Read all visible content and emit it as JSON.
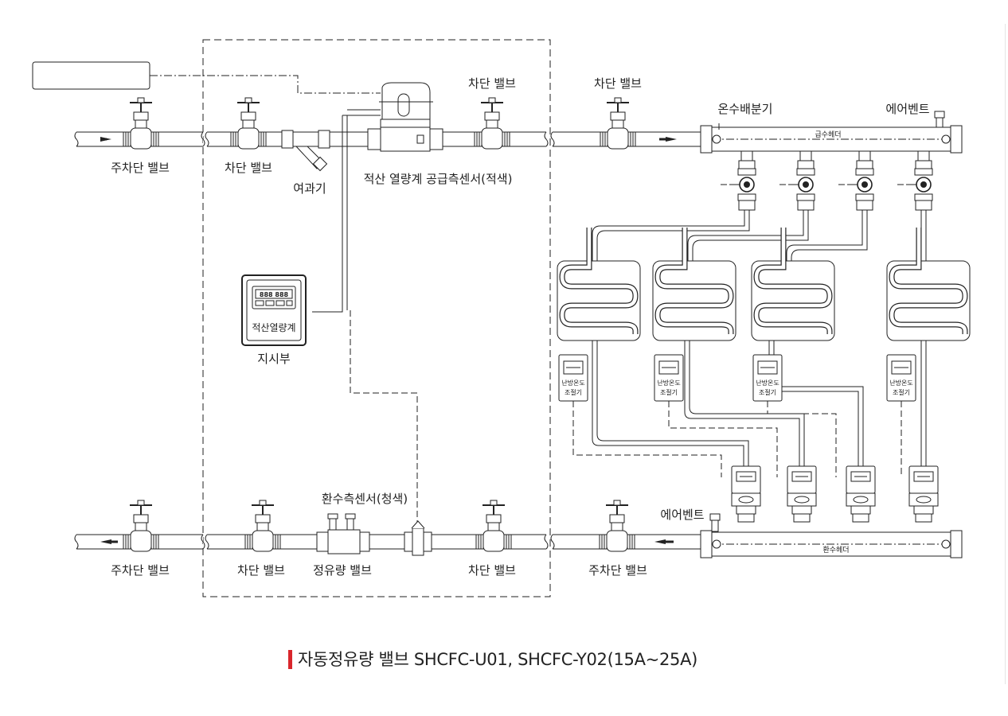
{
  "labels": {
    "main_valve_supply": "주차단 밸브",
    "shutoff_1": "차단 밸브",
    "strainer": "여과기",
    "supply_sensor": "적산 열량계 공급측센서(적색)",
    "shutoff_2": "차단 밸브",
    "shutoff_3": "차단 밸브",
    "distributor": "온수배분기",
    "air_vent_top": "에어벤트",
    "supply_header": "급수헤더",
    "return_header": "환수헤더",
    "meter_name": "적산열량계",
    "meter_display": "888 888",
    "indicator": "지시부",
    "thermostat_line1": "난방온도",
    "thermostat_line2": "조절기",
    "return_sensor": "환수측센서(청색)",
    "air_vent_bottom": "에어벤트",
    "main_valve_return_left": "주차단 밸브",
    "shutoff_r1": "차단 밸브",
    "flow_valve": "정유량 밸브",
    "shutoff_r2": "차단 밸브",
    "main_valve_return_right": "주차단 밸브"
  },
  "caption": "자동정유량 밸브 SHCFC-U01, SHCFC-Y02(15A~25A)",
  "colors": {
    "accent": "#d9262c",
    "line": "#222222"
  }
}
